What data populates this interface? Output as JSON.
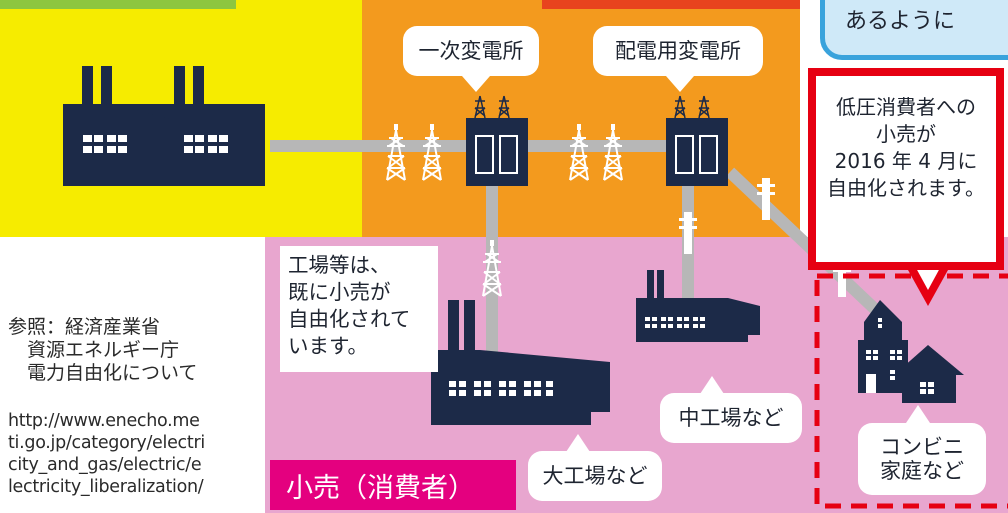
{
  "labels": {
    "primary_substation": "一次変電所",
    "distribution_substation": "配電用変電所",
    "large_factory": "大工場など",
    "medium_factory": "中工場など",
    "convenience_home": "コンビニ\n家庭など",
    "factories_note": "工場等は、\n既に小売が\n自由化されて\nいます。",
    "retail_consumer": "小売（消費者）",
    "cloud_fragment": "あるように"
  },
  "callout": {
    "text": "低圧消費者への\n小売が\n2016 年 4 月に\n自由化されます。"
  },
  "reference": {
    "lines": [
      "参照：経済産業省",
      "　資源エネルギー庁",
      "　電力自由化について"
    ],
    "url_lines": [
      "http://www.enecho.me",
      "ti.go.jp/category/electri",
      "city_and_gas/electric/e",
      "lectricity_liberalization/"
    ]
  },
  "colors": {
    "generation_zone": "#f6ec00",
    "transmission_zone": "#f39a1e",
    "retail_zone": "#e8a6cf",
    "retail_label_bg": "#e4007f",
    "callout_border": "#e60012",
    "building": "#1c2a48",
    "wire": "#b7b7b7",
    "cloud_border": "#3aa3dc",
    "cloud_fill": "#cfe9f8",
    "top_green": "#8dc63f",
    "top_red": "#e8431e"
  }
}
